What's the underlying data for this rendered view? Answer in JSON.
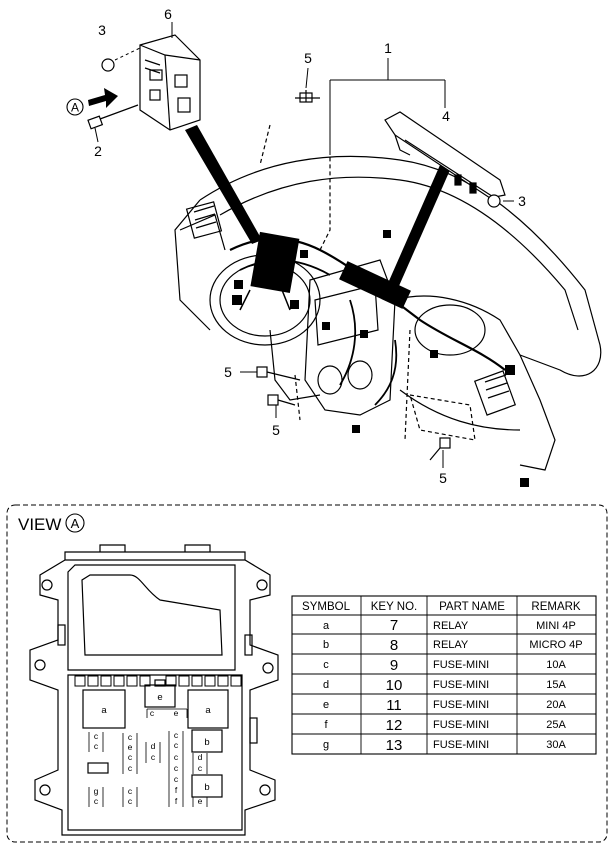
{
  "callouts": {
    "c1": "1",
    "c2": "2",
    "c3a": "3",
    "c3b": "3",
    "c4": "4",
    "c5a": "5",
    "c5b": "5",
    "c5c": "5",
    "c5d": "5",
    "c6": "6",
    "arrow_label": "A"
  },
  "view": {
    "label": "VIEW",
    "circle": "A"
  },
  "fuse_box_labels": {
    "a": "a",
    "b": "b",
    "c": "c",
    "d": "d",
    "e": "e",
    "f": "f",
    "g": "g"
  },
  "table": {
    "headers": [
      "SYMBOL",
      "KEY NO.",
      "PART NAME",
      "REMARK"
    ],
    "rows": [
      [
        "a",
        "7",
        "RELAY",
        "MINI 4P"
      ],
      [
        "b",
        "8",
        "RELAY",
        "MICRO 4P"
      ],
      [
        "c",
        "9",
        "FUSE-MINI",
        "10A"
      ],
      [
        "d",
        "10",
        "FUSE-MINI",
        "15A"
      ],
      [
        "e",
        "11",
        "FUSE-MINI",
        "20A"
      ],
      [
        "f",
        "12",
        "FUSE-MINI",
        "25A"
      ],
      [
        "g",
        "13",
        "FUSE-MINI",
        "30A"
      ]
    ]
  }
}
